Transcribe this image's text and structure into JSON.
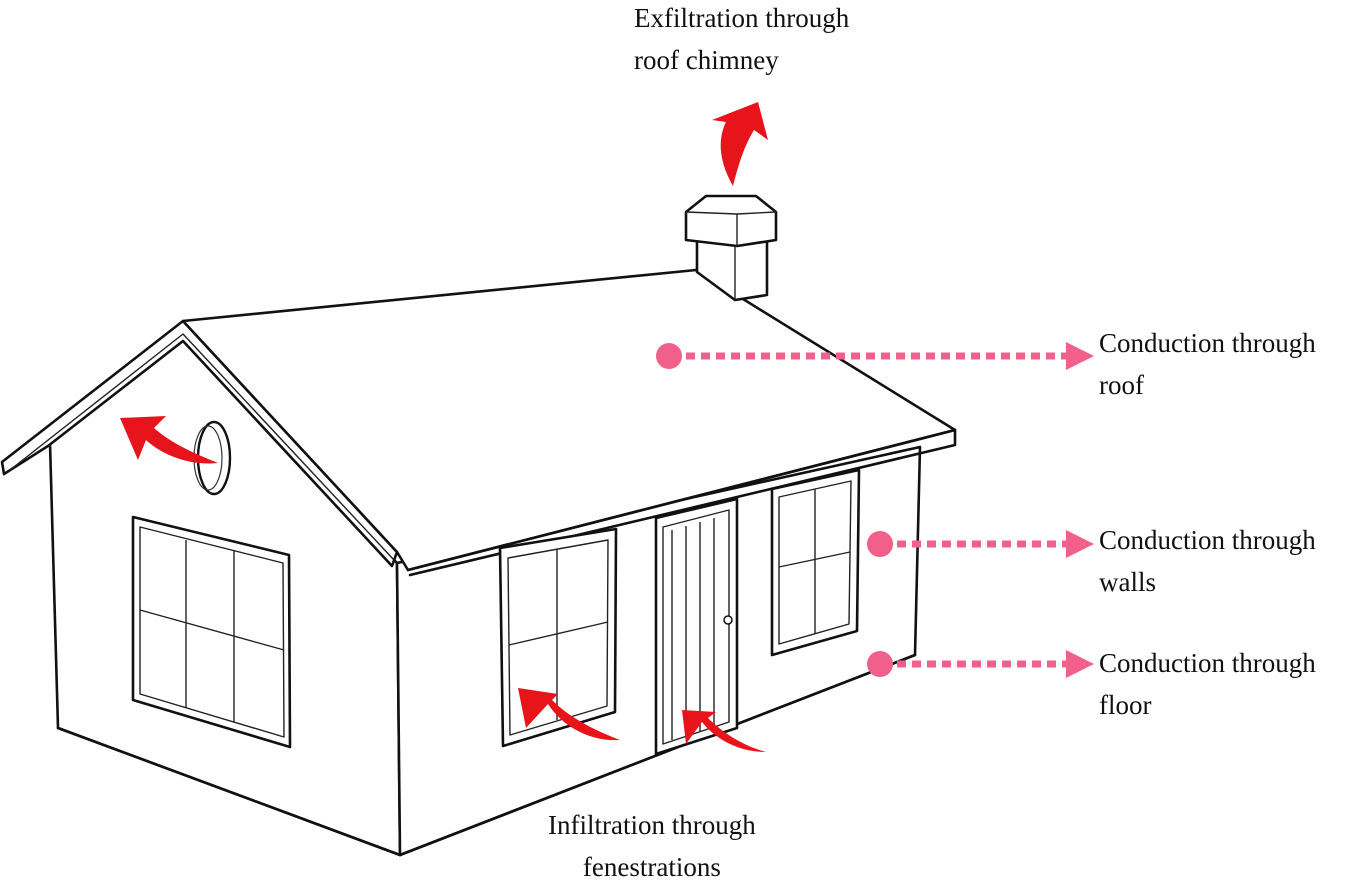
{
  "labels": {
    "chimney": {
      "line1": "Exfiltration through",
      "line2": "roof chimney"
    },
    "roof": {
      "line1": "Conduction through",
      "line2": "roof"
    },
    "walls": {
      "line1": "Conduction through",
      "line2": "walls"
    },
    "floor": {
      "line1": "Conduction through",
      "line2": "floor"
    },
    "fenestrations": {
      "line1": "Infiltration through",
      "line2": "fenestrations"
    }
  },
  "colors": {
    "airflow_arrow": "#e8141c",
    "conduction_arrow": "#f0608a",
    "outline": "#111111"
  }
}
